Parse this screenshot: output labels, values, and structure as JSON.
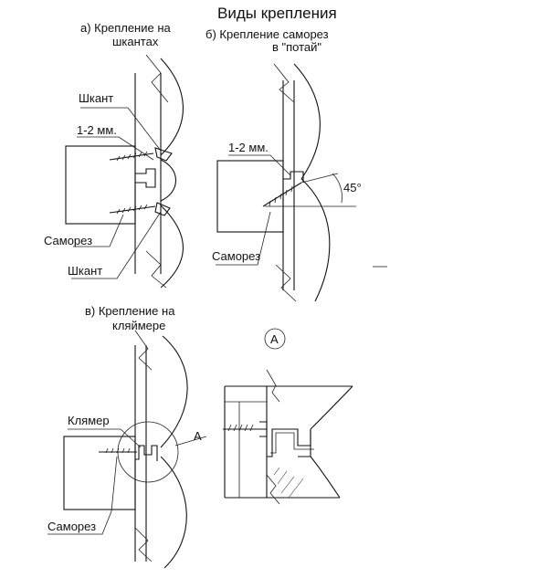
{
  "title": "Виды крепления",
  "captions": {
    "a_line1": "а) Крепление на",
    "a_line2": "шкантах",
    "b_line1": "б) Крепление саморез",
    "b_line2": "в \"потай\"",
    "v_line1": "в) Крепление на",
    "v_line2": "кляймере"
  },
  "labels": {
    "a_shkant_top": "Шкант",
    "a_gap": "1-2 мм.",
    "a_samorez": "Саморез",
    "a_shkant_bottom": "Шкант",
    "b_gap": "1-2 мм.",
    "b_angle": "45°",
    "b_samorez": "Саморез",
    "v_klyamer": "Клямер",
    "v_detail_ref": "А",
    "v_samorez": "Саморез",
    "detail_marker": "А"
  }
}
